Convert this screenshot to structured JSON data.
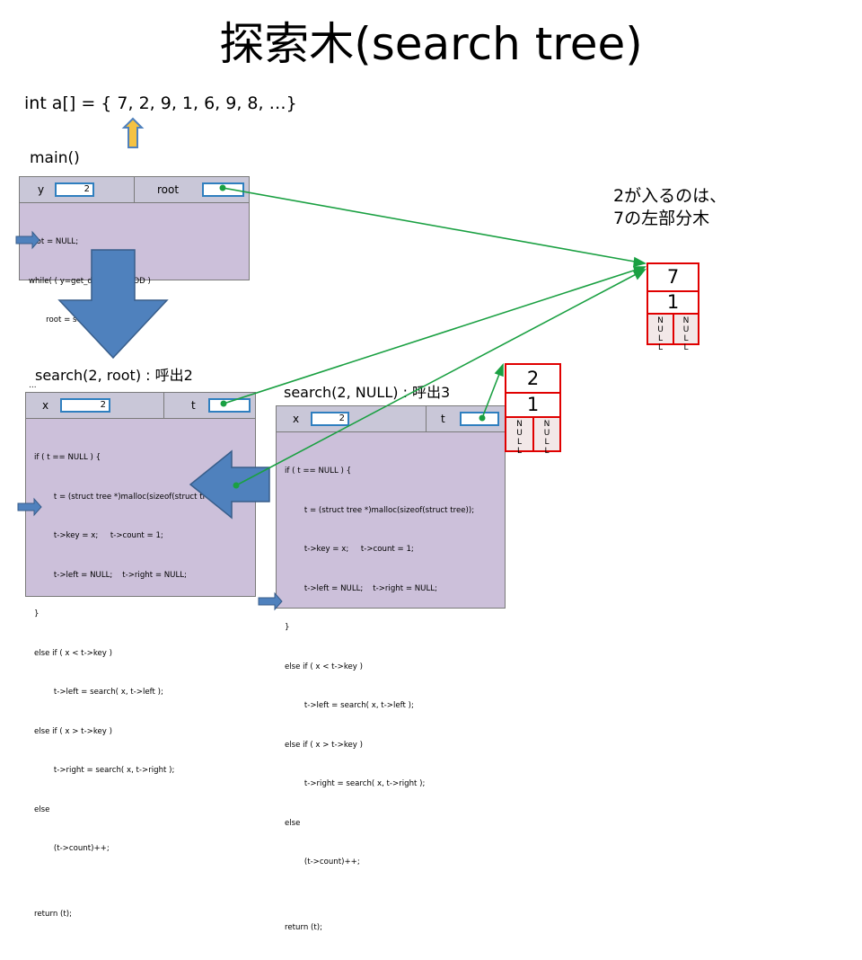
{
  "title": "探索木(search tree)",
  "array_decl": "int a[] = { 7, 2, 9, 1, 6, 9, 8, …}",
  "main_label": "main()",
  "note": {
    "line1": "2が入るのは、",
    "line2": "7の左部分木"
  },
  "main_frame": {
    "var1_name": "y",
    "var1_value": "2",
    "var2_name": "root",
    "code": [
      "root = NULL;",
      "while( ( y=get_data() )!= EOD )",
      "       root = search( y, root )",
      "",
      "…"
    ]
  },
  "call2": {
    "label": "search(2, root) : 呼出2",
    "var1_name": "x",
    "var1_value": "2",
    "var2_name": "t",
    "code": [
      "if ( t == NULL ) {",
      "        t = (struct tree *)malloc(sizeof(struct tree));",
      "        t->key = x;     t->count = 1;",
      "        t->left = NULL;    t->right = NULL;",
      "}",
      "else if ( x < t->key )",
      "        t->left = search( x, t->left );",
      "else if ( x > t->key )",
      "        t->right = search( x, t->right );",
      "else",
      "        (t->count)++;",
      "",
      "return (t);"
    ]
  },
  "call3": {
    "label": "search(2, NULL) : 呼出3",
    "var1_name": "x",
    "var1_value": "2",
    "var2_name": "t",
    "code": [
      "if ( t == NULL ) {",
      "        t = (struct tree *)malloc(sizeof(struct tree));",
      "        t->key = x;     t->count = 1;",
      "        t->left = NULL;    t->right = NULL;",
      "}",
      "else if ( x < t->key )",
      "        t->left = search( x, t->left );",
      "else if ( x > t->key )",
      "        t->right = search( x, t->right );",
      "else",
      "        (t->count)++;",
      "",
      "return (t);"
    ]
  },
  "tree_node_7": {
    "key": "7",
    "count": "1",
    "left": "NULL",
    "right": "NULL"
  },
  "tree_node_2": {
    "key": "2",
    "count": "1",
    "left": "NULL",
    "right": "NULL"
  },
  "colors": {
    "frame": "#ccc0da",
    "pointer_line": "#1aa042",
    "node_border": "#e00000",
    "big_arrow": "#4f81bd",
    "yellow_arrow": "#f5c242"
  }
}
